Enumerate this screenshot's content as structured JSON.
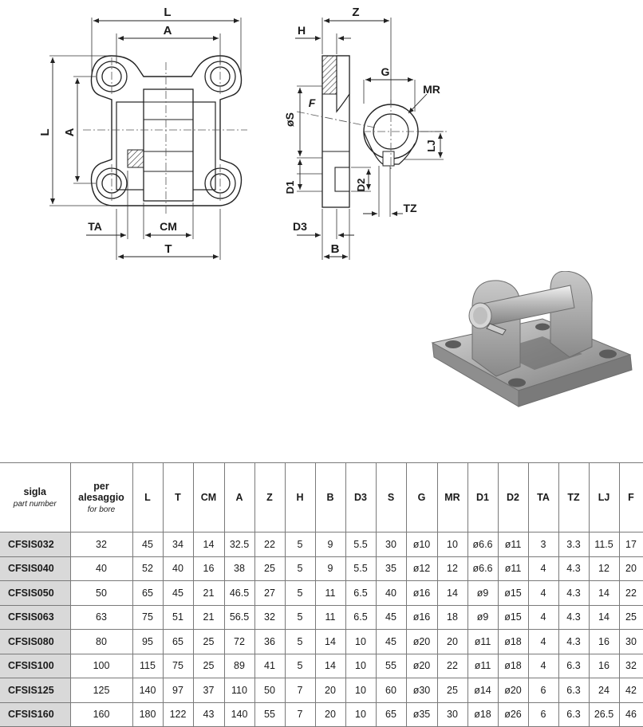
{
  "drawing": {
    "front_labels": {
      "L_top": "L",
      "A_top": "A",
      "L_side": "L",
      "A_side": "A",
      "TA": "TA",
      "CM": "CM",
      "T": "T"
    },
    "side_labels": {
      "Z": "Z",
      "H": "H",
      "G": "G",
      "MR": "MR",
      "S": "øS",
      "F": "F",
      "LJ": "LJ",
      "D1": "D1",
      "D2": "D2",
      "TZ": "TZ",
      "D3": "D3",
      "B": "B"
    }
  },
  "table": {
    "headers": [
      {
        "label": "sigla",
        "sub": "part number"
      },
      {
        "label": "per alesaggio",
        "sub": "for bore"
      },
      {
        "label": "L"
      },
      {
        "label": "T"
      },
      {
        "label": "CM"
      },
      {
        "label": "A"
      },
      {
        "label": "Z"
      },
      {
        "label": "H"
      },
      {
        "label": "B"
      },
      {
        "label": "D3"
      },
      {
        "label": "S"
      },
      {
        "label": "G"
      },
      {
        "label": "MR"
      },
      {
        "label": "D1"
      },
      {
        "label": "D2"
      },
      {
        "label": "TA"
      },
      {
        "label": "TZ"
      },
      {
        "label": "LJ"
      },
      {
        "label": "F"
      }
    ],
    "rows": [
      [
        "CFSIS032",
        "32",
        "45",
        "34",
        "14",
        "32.5",
        "22",
        "5",
        "9",
        "5.5",
        "30",
        "ø10",
        "10",
        "ø6.6",
        "ø11",
        "3",
        "3.3",
        "11.5",
        "17"
      ],
      [
        "CFSIS040",
        "40",
        "52",
        "40",
        "16",
        "38",
        "25",
        "5",
        "9",
        "5.5",
        "35",
        "ø12",
        "12",
        "ø6.6",
        "ø11",
        "4",
        "4.3",
        "12",
        "20"
      ],
      [
        "CFSIS050",
        "50",
        "65",
        "45",
        "21",
        "46.5",
        "27",
        "5",
        "11",
        "6.5",
        "40",
        "ø16",
        "14",
        "ø9",
        "ø15",
        "4",
        "4.3",
        "14",
        "22"
      ],
      [
        "CFSIS063",
        "63",
        "75",
        "51",
        "21",
        "56.5",
        "32",
        "5",
        "11",
        "6.5",
        "45",
        "ø16",
        "18",
        "ø9",
        "ø15",
        "4",
        "4.3",
        "14",
        "25"
      ],
      [
        "CFSIS080",
        "80",
        "95",
        "65",
        "25",
        "72",
        "36",
        "5",
        "14",
        "10",
        "45",
        "ø20",
        "20",
        "ø11",
        "ø18",
        "4",
        "4.3",
        "16",
        "30"
      ],
      [
        "CFSIS100",
        "100",
        "115",
        "75",
        "25",
        "89",
        "41",
        "5",
        "14",
        "10",
        "55",
        "ø20",
        "22",
        "ø11",
        "ø18",
        "4",
        "6.3",
        "16",
        "32"
      ],
      [
        "CFSIS125",
        "125",
        "140",
        "97",
        "37",
        "110",
        "50",
        "7",
        "20",
        "10",
        "60",
        "ø30",
        "25",
        "ø14",
        "ø20",
        "6",
        "6.3",
        "24",
        "42"
      ],
      [
        "CFSIS160",
        "160",
        "180",
        "122",
        "43",
        "140",
        "55",
        "7",
        "20",
        "10",
        "65",
        "ø35",
        "30",
        "ø18",
        "ø26",
        "6",
        "6.3",
        "26.5",
        "46"
      ]
    ]
  }
}
